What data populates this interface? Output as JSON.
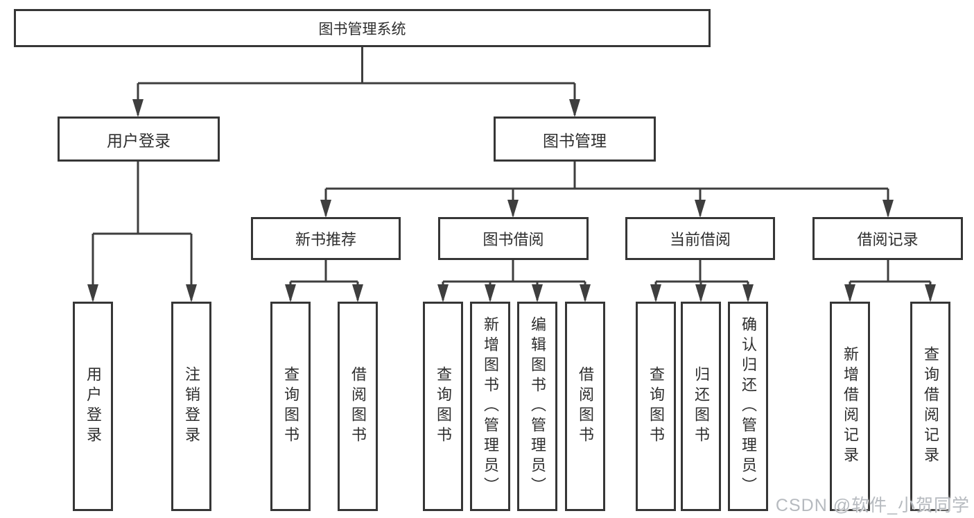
{
  "diagram": {
    "root": {
      "label": "图书管理系统"
    },
    "level2": [
      {
        "label": "用户登录"
      },
      {
        "label": "图书管理"
      }
    ],
    "level3": [
      {
        "label": "新书推荐"
      },
      {
        "label": "图书借阅"
      },
      {
        "label": "当前借阅"
      },
      {
        "label": "借阅记录"
      }
    ],
    "leaves": {
      "user_login": [
        "用户登录",
        "注销登录"
      ],
      "new_book_recommend": [
        "查询图书",
        "借阅图书"
      ],
      "book_borrow": [
        "查询图书",
        "新增图书（管理员）",
        "编辑图书（管理员）",
        "借阅图书"
      ],
      "current_borrow": [
        "查询图书",
        "归还图书",
        "确认归还（管理员）"
      ],
      "borrow_records": [
        "新增借阅记录",
        "查询借阅记录"
      ]
    }
  },
  "watermark": "CSDN @软件_小贺同学",
  "colors": {
    "line": "#3e3e3e",
    "box_border": "#363636",
    "text": "#2e2e2e",
    "watermark": "#b6babf",
    "background": "#ffffff"
  }
}
